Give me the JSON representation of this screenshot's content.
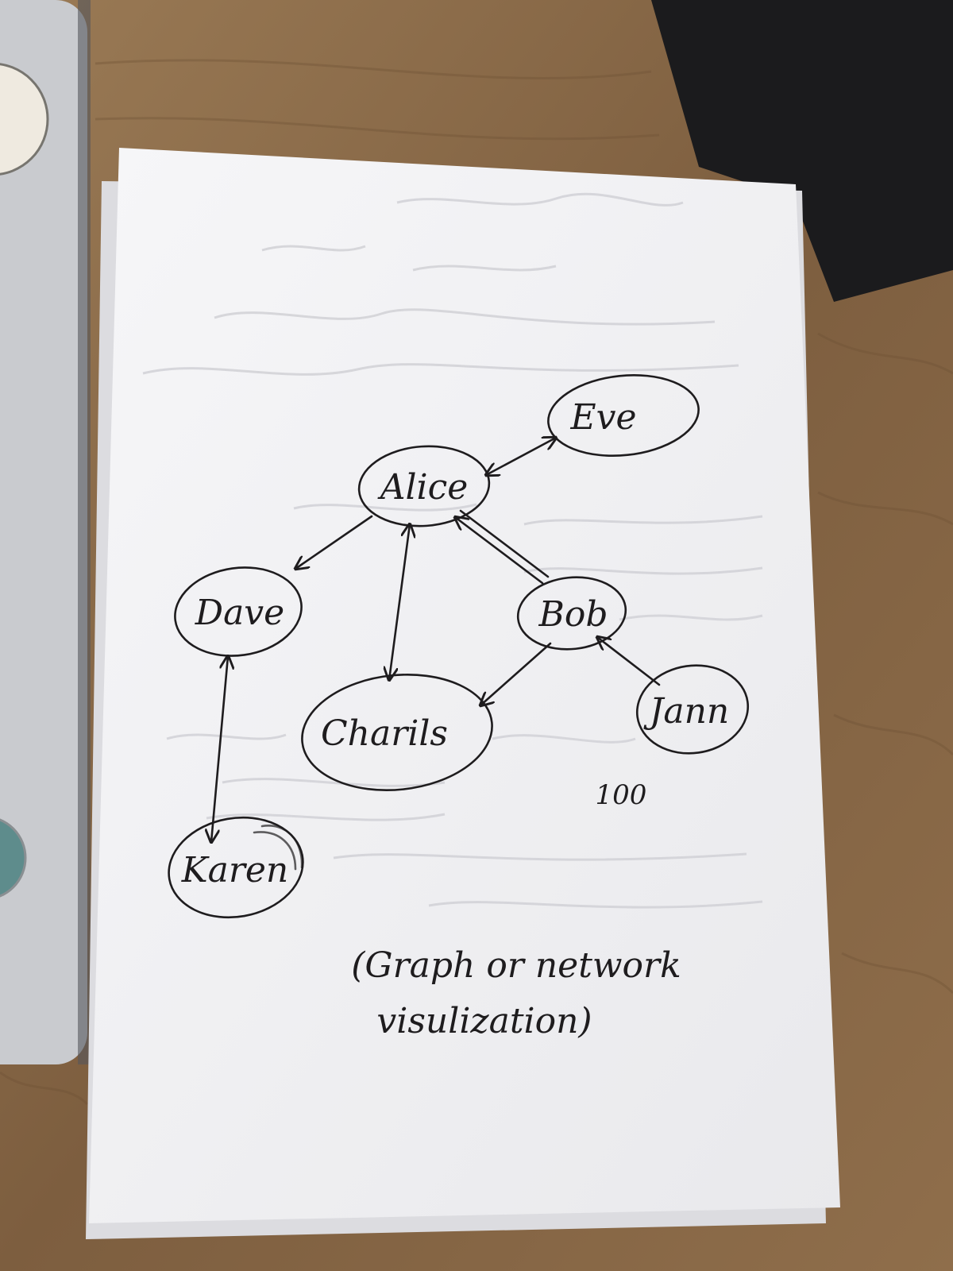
{
  "diagram": {
    "type": "directed-graph",
    "colors": {
      "ink": "#1e1c1e",
      "paper": "#f3f3f5",
      "desk": "#8a6a48",
      "laptop": "#c9cbcf",
      "dark_surface": "#1b1b1d"
    },
    "nodes": [
      {
        "id": "eve",
        "label": "Eve"
      },
      {
        "id": "alice",
        "label": "Alice"
      },
      {
        "id": "dave",
        "label": "Dave"
      },
      {
        "id": "bob",
        "label": "Bob"
      },
      {
        "id": "charils",
        "label": "Charils"
      },
      {
        "id": "jann",
        "label": "Jann"
      },
      {
        "id": "karen",
        "label": "Karen"
      }
    ],
    "edges": [
      {
        "from": "alice",
        "to": "eve",
        "direction": "both"
      },
      {
        "from": "alice",
        "to": "dave",
        "direction": "forward"
      },
      {
        "from": "alice",
        "to": "charils",
        "direction": "both"
      },
      {
        "from": "bob",
        "to": "alice",
        "direction": "forward"
      },
      {
        "from": "bob",
        "to": "charils",
        "direction": "forward"
      },
      {
        "from": "jann",
        "to": "bob",
        "direction": "forward"
      },
      {
        "from": "dave",
        "to": "karen",
        "direction": "both"
      }
    ],
    "page_number": "100",
    "caption_line1": "(Graph or network",
    "caption_line2": "visulization)"
  }
}
